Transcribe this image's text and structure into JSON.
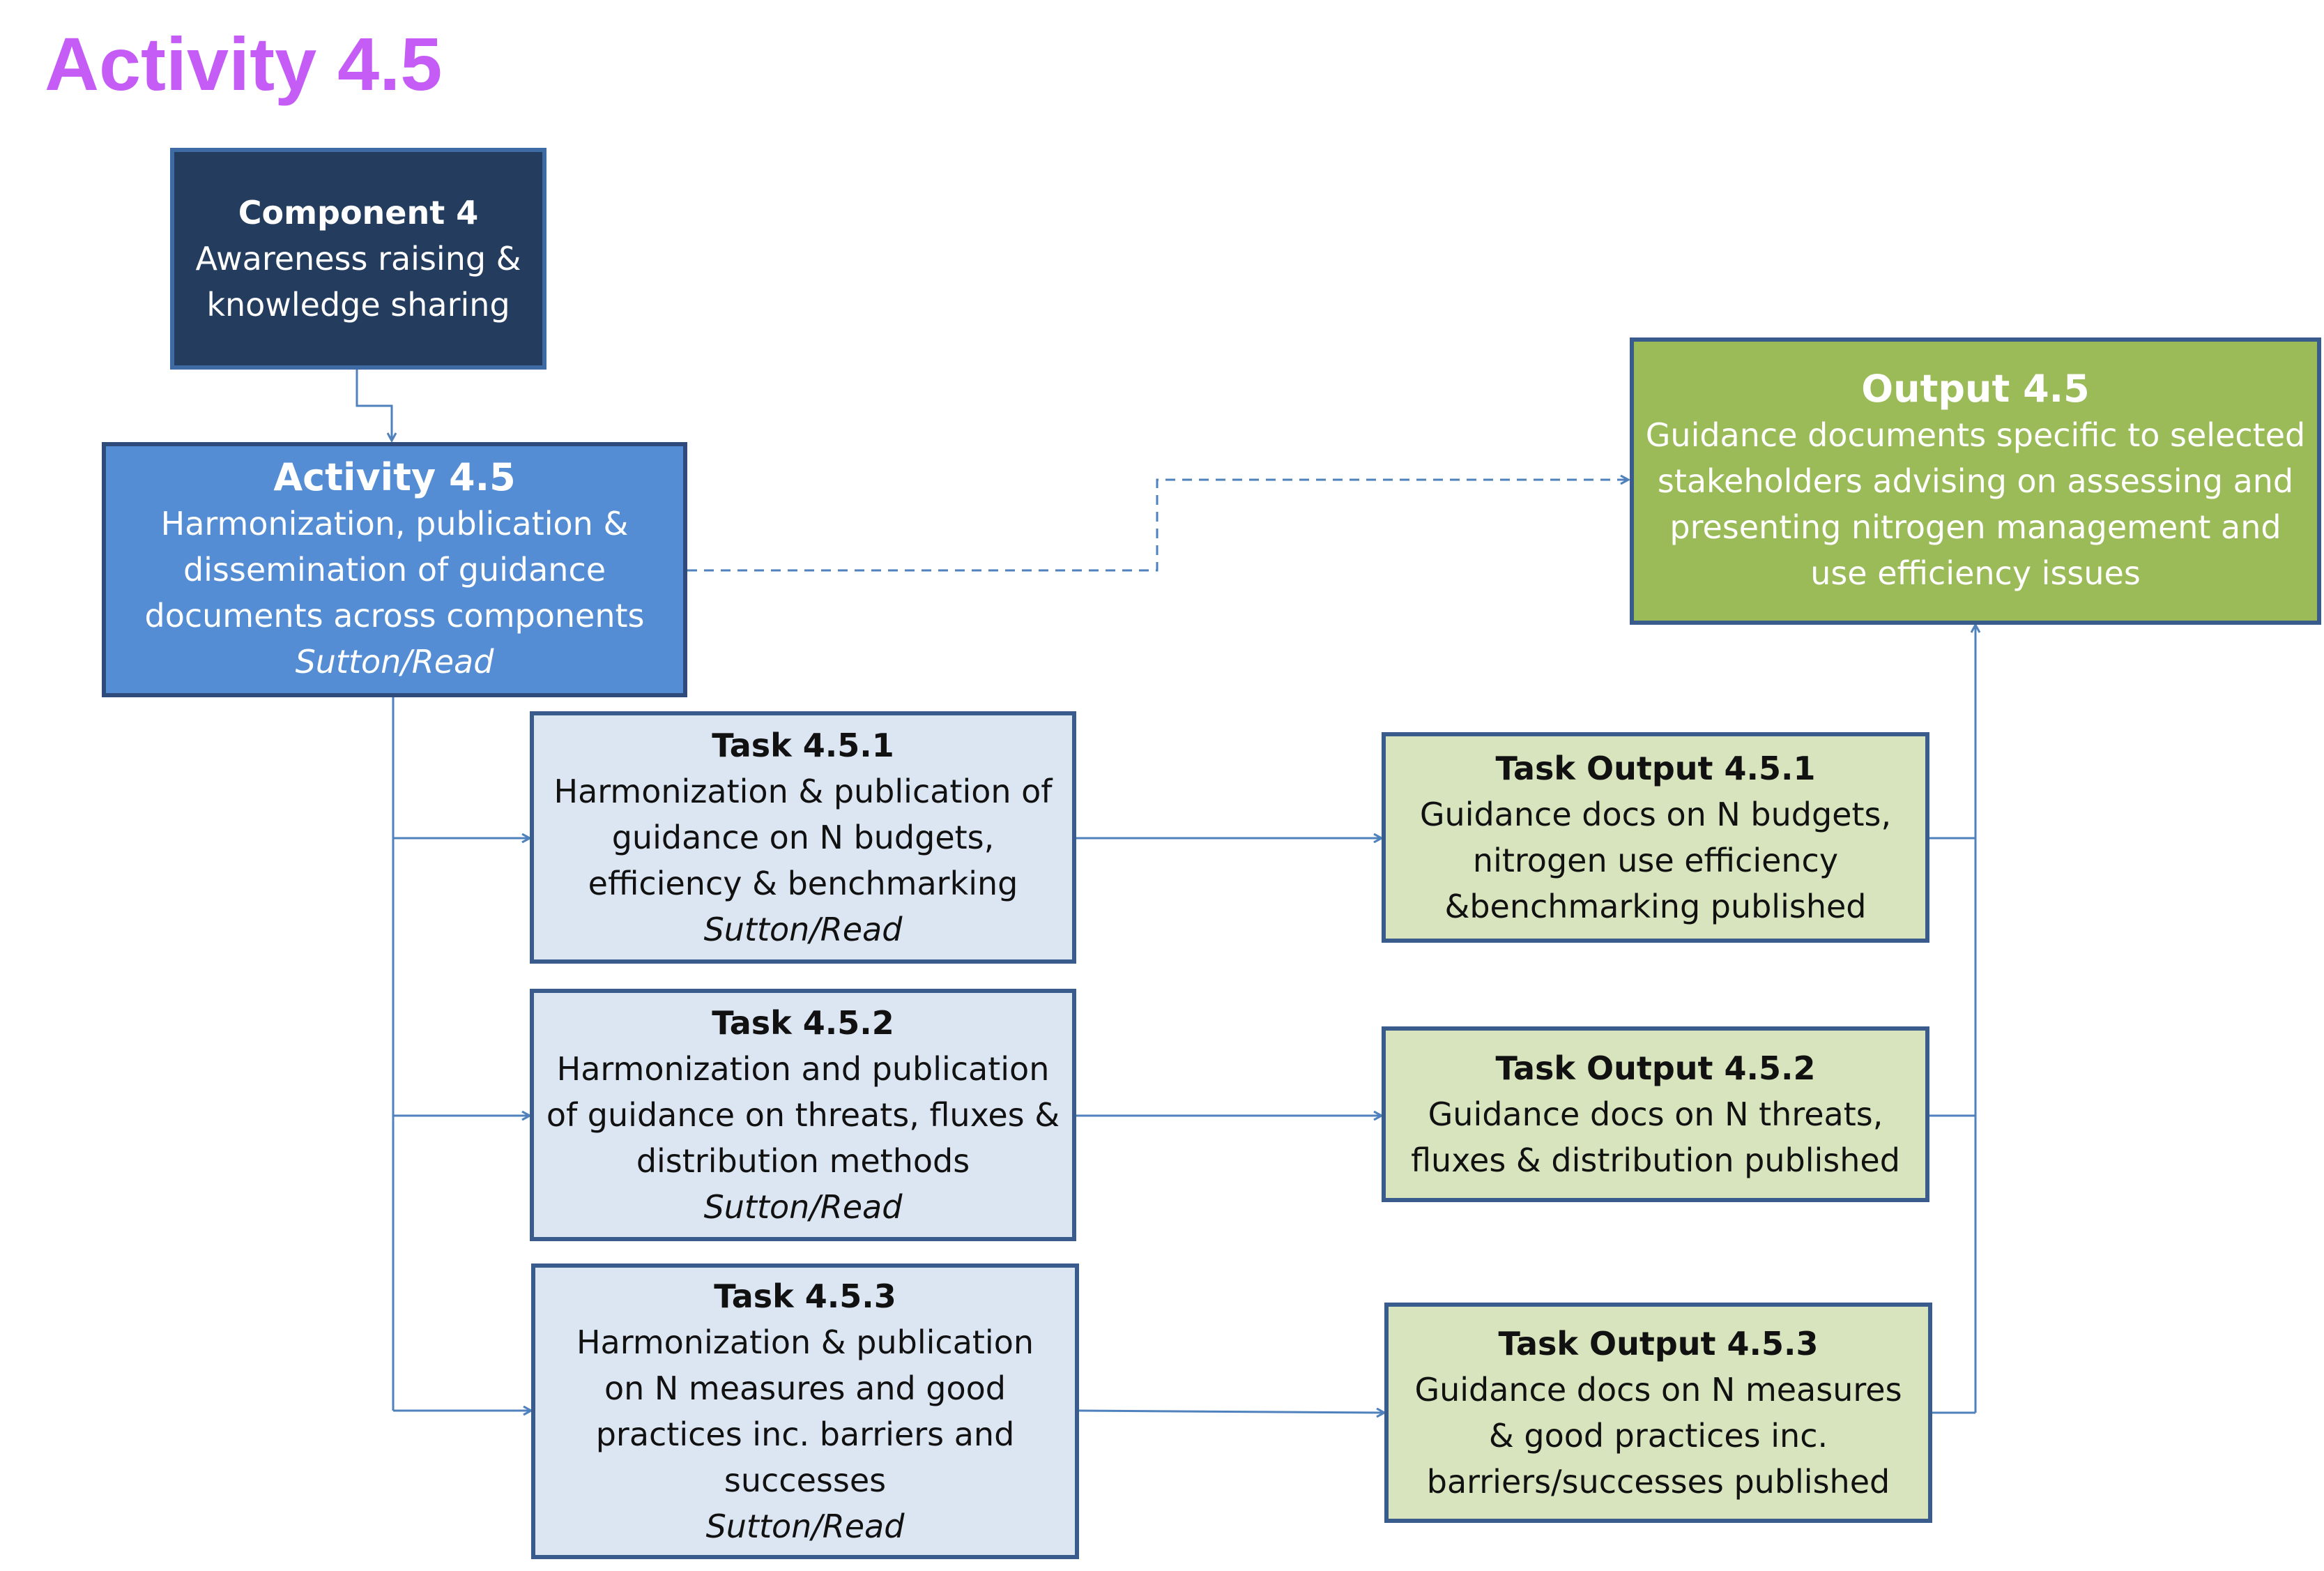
{
  "title": "Activity 4.5",
  "component": {
    "heading": "Component 4",
    "lines": [
      "Awareness raising &",
      "knowledge sharing"
    ]
  },
  "activity": {
    "heading": "Activity 4.5",
    "lines": [
      "Harmonization, publication &",
      "dissemination of guidance",
      "documents across components"
    ],
    "responsible": "Sutton/Read"
  },
  "output": {
    "heading": "Output 4.5",
    "lines": [
      "Guidance documents specific to selected",
      "stakeholders advising on assessing and",
      "presenting nitrogen management and",
      "use efficiency issues"
    ]
  },
  "tasks": [
    {
      "heading": "Task 4.5.1",
      "lines": [
        "Harmonization & publication of",
        "guidance on N budgets,",
        "efficiency & benchmarking"
      ],
      "responsible": "Sutton/Read"
    },
    {
      "heading": "Task 4.5.2",
      "lines": [
        "Harmonization and publication",
        "of guidance on threats, fluxes &",
        "distribution methods"
      ],
      "responsible": "Sutton/Read"
    },
    {
      "heading": "Task 4.5.3",
      "lines": [
        "Harmonization & publication",
        "on N measures and good",
        "practices inc. barriers and",
        "successes"
      ],
      "responsible": "Sutton/Read"
    }
  ],
  "task_outputs": [
    {
      "heading": "Task Output 4.5.1",
      "lines": [
        "Guidance docs on N budgets,",
        "nitrogen use efficiency",
        "&benchmarking published"
      ]
    },
    {
      "heading": "Task Output 4.5.2",
      "lines": [
        "Guidance docs on N threats,",
        "fluxes & distribution published"
      ]
    },
    {
      "heading": "Task Output 4.5.3",
      "lines": [
        "Guidance docs on N measures",
        "& good practices inc.",
        "barriers/successes published"
      ]
    }
  ],
  "colors": {
    "title": "#c45cf5",
    "component_fill": "#243d5e",
    "activity_fill": "#548dd4",
    "task_fill": "#dce6f2",
    "task_output_fill": "#d7e4bd",
    "output_fill": "#9bbb59",
    "connector": "#4f81bd"
  }
}
